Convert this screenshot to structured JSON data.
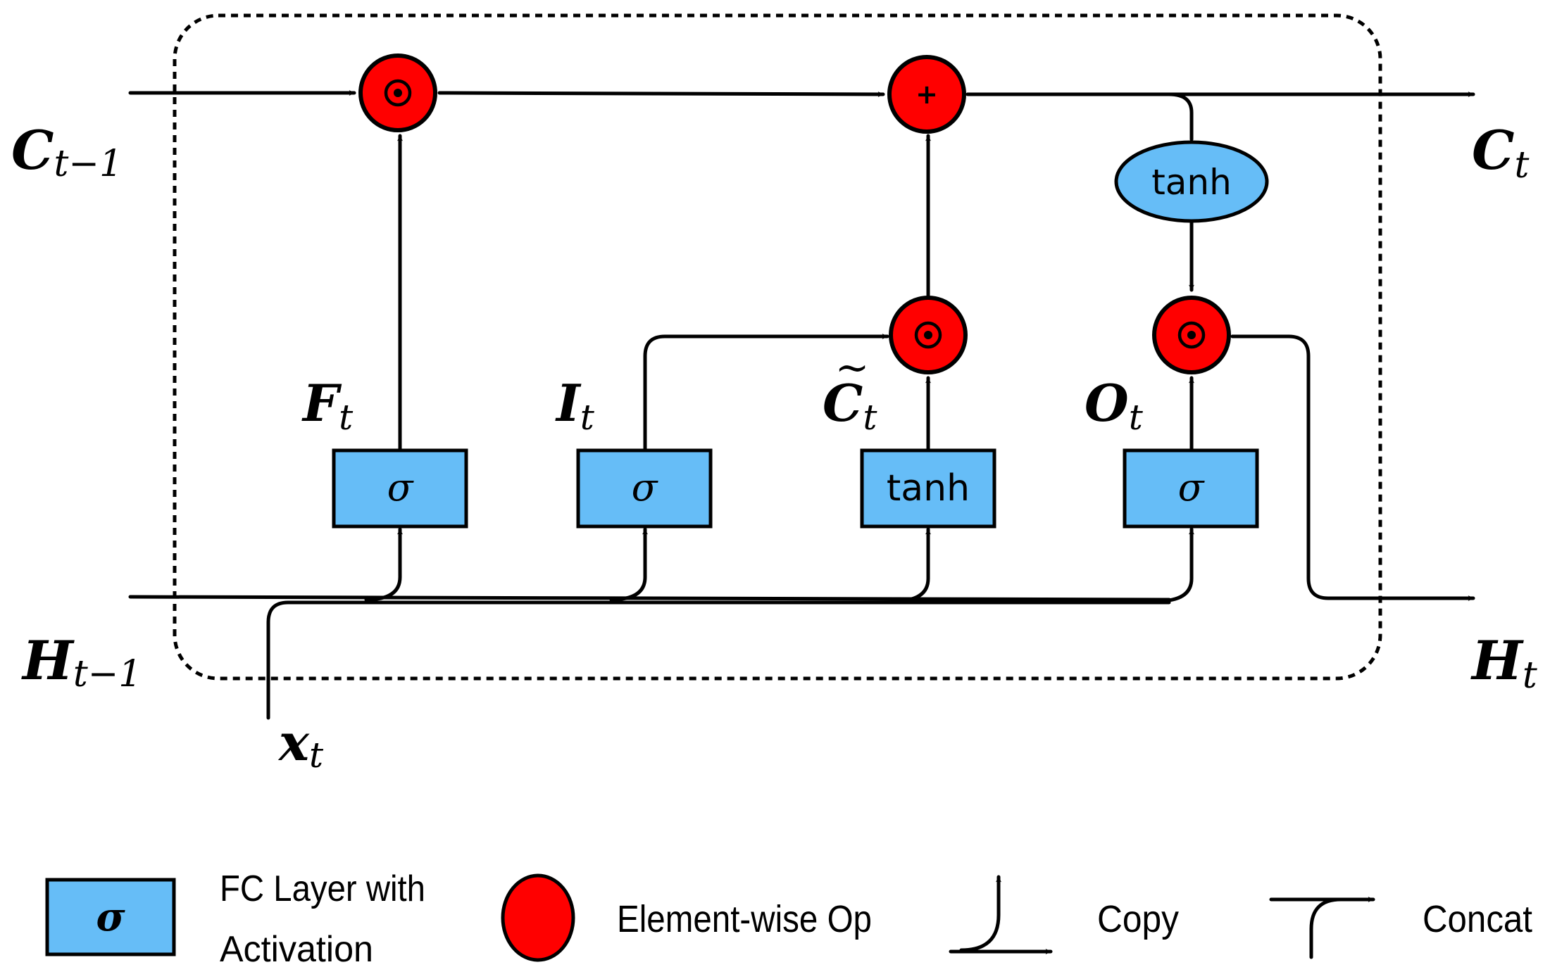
{
  "cell": {
    "inputs": {
      "c_prev": {
        "symbol": "C",
        "sub": "t−1"
      },
      "h_prev": {
        "symbol": "H",
        "sub": "t−1"
      },
      "x": {
        "symbol": "x",
        "sub": "t"
      }
    },
    "outputs": {
      "c_out": {
        "symbol": "C",
        "sub": "t"
      },
      "h_out": {
        "symbol": "H",
        "sub": "t"
      }
    },
    "gates": {
      "forget": {
        "symbol": "F",
        "sub": "t",
        "activation": "σ"
      },
      "input": {
        "symbol": "I",
        "sub": "t",
        "activation": "σ"
      },
      "candidate": {
        "symbol": "C",
        "accent": "~",
        "sub": "t",
        "activation": "tanh"
      },
      "output": {
        "symbol": "O",
        "sub": "t",
        "activation": "σ"
      }
    },
    "ops": {
      "mul_symbol": "⊙",
      "add_symbol": "+",
      "cell_tanh": "tanh"
    }
  },
  "legend": {
    "fc_symbol": "σ",
    "fc_label_line1": "FC Layer with",
    "fc_label_line2": "Activation",
    "op_label": "Element-wise Op",
    "copy_label": "Copy",
    "concat_label": "Concat"
  },
  "colors": {
    "fc_fill": "#66bdf7",
    "op_fill": "#ff0000",
    "stroke": "#000000"
  }
}
